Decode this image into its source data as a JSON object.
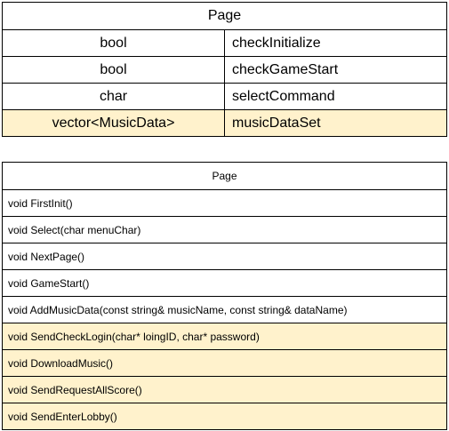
{
  "attributes_table": {
    "title": "Page",
    "rows": [
      {
        "type": "bool",
        "name": "checkInitialize",
        "highlight": false
      },
      {
        "type": "bool",
        "name": "checkGameStart",
        "highlight": false
      },
      {
        "type": "char",
        "name": "selectCommand",
        "highlight": false
      },
      {
        "type": "vector<MusicData>",
        "name": "musicDataSet",
        "highlight": true
      }
    ]
  },
  "methods_table": {
    "title": "Page",
    "rows": [
      {
        "text": "void FirstInit()",
        "highlight": false
      },
      {
        "text": "void Select(char menuChar)",
        "highlight": false
      },
      {
        "text": "void NextPage()",
        "highlight": false
      },
      {
        "text": "void GameStart()",
        "highlight": false
      },
      {
        "text": "void AddMusicData(const string& musicName, const string& dataName)",
        "highlight": false
      },
      {
        "text": "void SendCheckLogin(char* loingID, char* password)",
        "highlight": true
      },
      {
        "text": "void DownloadMusic()",
        "highlight": true
      },
      {
        "text": "void SendRequestAllScore()",
        "highlight": true
      },
      {
        "text": "void SendEnterLobby()",
        "highlight": true
      }
    ]
  },
  "colors": {
    "highlight": "#fff2cc",
    "border": "#000000"
  }
}
